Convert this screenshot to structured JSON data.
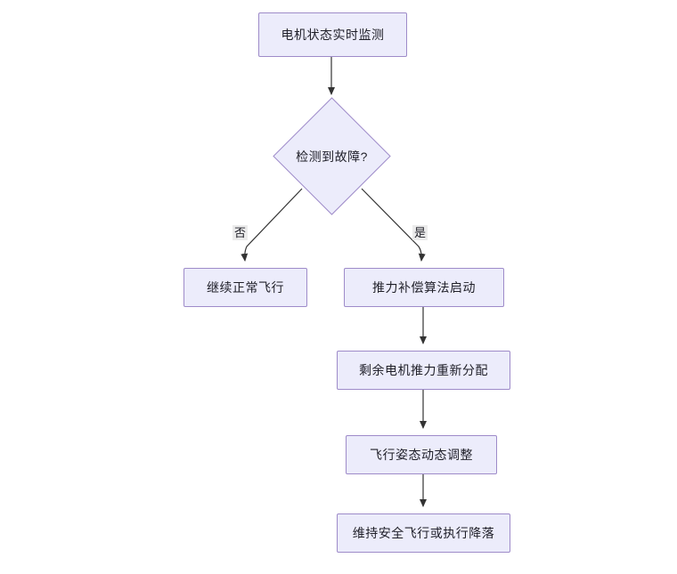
{
  "diagram": {
    "type": "flowchart",
    "direction": "top-down",
    "background": "#ffffff",
    "theme": {
      "node_fill": "#ececfb",
      "node_stroke": "#9e8bc9",
      "text_color": "#1f1f28",
      "edge_stroke": "#333333",
      "edge_label_bg": "#ebebeb"
    },
    "nodes": [
      {
        "id": "n1",
        "shape": "rect",
        "label": "电机状态实时监测"
      },
      {
        "id": "n2",
        "shape": "diamond",
        "label": "检测到故障?"
      },
      {
        "id": "n3",
        "shape": "rect",
        "label": "继续正常飞行"
      },
      {
        "id": "n4",
        "shape": "rect",
        "label": "推力补偿算法启动"
      },
      {
        "id": "n5",
        "shape": "rect",
        "label": "剩余电机推力重新分配"
      },
      {
        "id": "n6",
        "shape": "rect",
        "label": "飞行姿态动态调整"
      },
      {
        "id": "n7",
        "shape": "rect",
        "label": "维持安全飞行或执行降落"
      }
    ],
    "edges": [
      {
        "from": "n1",
        "to": "n2",
        "label": ""
      },
      {
        "from": "n2",
        "to": "n3",
        "label": "否"
      },
      {
        "from": "n2",
        "to": "n4",
        "label": "是"
      },
      {
        "from": "n4",
        "to": "n5",
        "label": ""
      },
      {
        "from": "n5",
        "to": "n6",
        "label": ""
      },
      {
        "from": "n6",
        "to": "n7",
        "label": ""
      }
    ],
    "edge_labels": {
      "no": "否",
      "yes": "是"
    }
  }
}
